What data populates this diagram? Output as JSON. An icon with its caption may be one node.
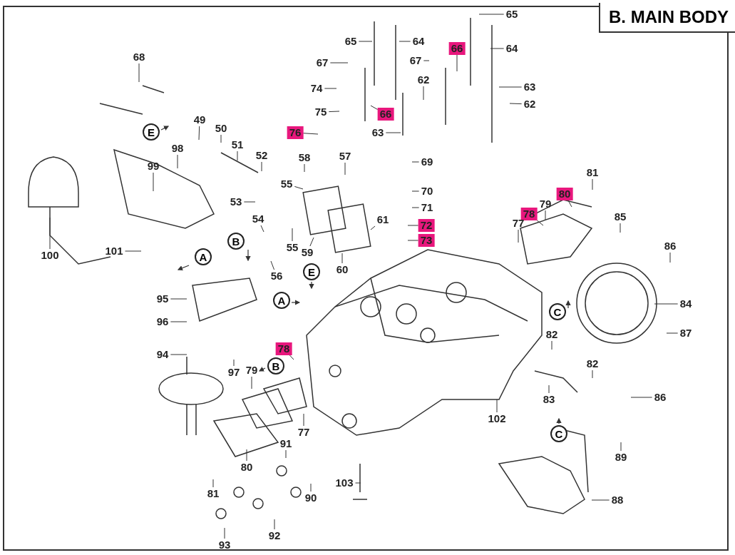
{
  "diagram": {
    "title": "B. MAIN BODY",
    "nodes": [
      {
        "text": [
          "65"
        ]
      },
      {
        "text": [
          "65"
        ]
      },
      {
        "text": [
          "64"
        ]
      },
      {
        "text": [
          "64"
        ]
      },
      {
        "text": [
          "66"
        ]
      },
      {
        "text": [
          "67"
        ]
      },
      {
        "text": [
          "67"
        ]
      },
      {
        "text": [
          "62"
        ]
      },
      {
        "text": [
          "63"
        ]
      },
      {
        "text": [
          "62"
        ]
      },
      {
        "text": [
          "74"
        ]
      },
      {
        "text": [
          "66"
        ]
      },
      {
        "text": [
          "75"
        ]
      },
      {
        "text": [
          "76"
        ]
      },
      {
        "text": [
          "63"
        ]
      },
      {
        "text": [
          "68"
        ]
      },
      {
        "text": [
          "49"
        ]
      },
      {
        "text": [
          "50"
        ]
      },
      {
        "text": [
          "98"
        ]
      },
      {
        "text": [
          "99"
        ]
      },
      {
        "text": [
          "51"
        ]
      },
      {
        "text": [
          "52"
        ]
      },
      {
        "text": [
          "58"
        ]
      },
      {
        "text": [
          "57"
        ]
      },
      {
        "text": [
          "69"
        ]
      },
      {
        "text": [
          "55"
        ]
      },
      {
        "text": [
          "53"
        ]
      },
      {
        "text": [
          "70"
        ]
      },
      {
        "text": [
          "71"
        ]
      },
      {
        "text": [
          "54"
        ]
      },
      {
        "text": [
          "61"
        ]
      },
      {
        "text": [
          "72"
        ]
      },
      {
        "text": [
          "73"
        ]
      },
      {
        "text": [
          "55"
        ]
      },
      {
        "text": [
          "59"
        ]
      },
      {
        "text": [
          "100"
        ]
      },
      {
        "text": [
          "101"
        ]
      },
      {
        "text": [
          "56"
        ]
      },
      {
        "text": [
          "60"
        ]
      },
      {
        "text": [
          "81"
        ]
      },
      {
        "text": [
          "80"
        ]
      },
      {
        "text": [
          "79"
        ]
      },
      {
        "text": [
          "78"
        ]
      },
      {
        "text": [
          "77"
        ]
      },
      {
        "text": [
          "85"
        ]
      },
      {
        "text": [
          "86"
        ]
      },
      {
        "text": [
          "95"
        ]
      },
      {
        "text": [
          "84"
        ]
      },
      {
        "text": [
          "96"
        ]
      },
      {
        "text": [
          "87"
        ]
      },
      {
        "text": [
          "82"
        ]
      },
      {
        "text": [
          "78"
        ]
      },
      {
        "text": [
          "94"
        ]
      },
      {
        "text": [
          "82"
        ]
      },
      {
        "text": [
          "97"
        ]
      },
      {
        "text": [
          "79"
        ]
      },
      {
        "text": [
          "86"
        ]
      },
      {
        "text": [
          "83"
        ]
      },
      {
        "text": [
          "102"
        ]
      },
      {
        "text": [
          "77"
        ]
      },
      {
        "text": [
          "91"
        ]
      },
      {
        "text": [
          "89"
        ]
      },
      {
        "text": [
          "80"
        ]
      },
      {
        "text": [
          "103"
        ]
      },
      {
        "text": [
          "81"
        ]
      },
      {
        "text": [
          "90"
        ]
      },
      {
        "text": [
          "88"
        ]
      },
      {
        "text": [
          "92"
        ]
      },
      {
        "text": [
          "93"
        ]
      },
      {
        "text": [
          "E"
        ]
      },
      {
        "text": [
          "B"
        ]
      },
      {
        "text": [
          "A"
        ]
      },
      {
        "text": [
          "E"
        ]
      },
      {
        "text": [
          "A"
        ]
      },
      {
        "text": [
          "C"
        ]
      },
      {
        "text": [
          "B"
        ]
      },
      {
        "text": [
          "C"
        ]
      }
    ],
    "edges": [
      {
        "from": 0,
        "to": null,
        "arrow": "none"
      },
      {
        "from": 1,
        "to": null,
        "arrow": "none"
      },
      {
        "from": 2,
        "to": null,
        "arrow": "none"
      },
      {
        "from": 3,
        "to": null,
        "arrow": "none"
      },
      {
        "from": 4,
        "to": null,
        "arrow": "none"
      },
      {
        "from": 5,
        "to": null,
        "arrow": "none"
      },
      {
        "from": 6,
        "to": null,
        "arrow": "none"
      },
      {
        "from": 7,
        "to": null,
        "arrow": "none"
      },
      {
        "from": 8,
        "to": null,
        "arrow": "none"
      },
      {
        "from": 9,
        "to": null,
        "arrow": "none"
      },
      {
        "from": 10,
        "to": null,
        "arrow": "none"
      },
      {
        "from": 11,
        "to": null,
        "arrow": "none"
      },
      {
        "from": 12,
        "to": null,
        "arrow": "none"
      },
      {
        "from": 13,
        "to": null,
        "arrow": "none"
      },
      {
        "from": 14,
        "to": null,
        "arrow": "none"
      },
      {
        "from": 15,
        "to": null,
        "arrow": "none"
      },
      {
        "from": 16,
        "to": null,
        "arrow": "none"
      },
      {
        "from": 17,
        "to": null,
        "arrow": "none"
      },
      {
        "from": 18,
        "to": null,
        "arrow": "none"
      },
      {
        "from": 19,
        "to": null,
        "arrow": "none"
      },
      {
        "from": 20,
        "to": null,
        "arrow": "none"
      },
      {
        "from": 21,
        "to": null,
        "arrow": "none"
      },
      {
        "from": 22,
        "to": null,
        "arrow": "none"
      },
      {
        "from": 23,
        "to": null,
        "arrow": "none"
      },
      {
        "from": 24,
        "to": null,
        "arrow": "none"
      },
      {
        "from": 25,
        "to": null,
        "arrow": "none"
      },
      {
        "from": 26,
        "to": null,
        "arrow": "none"
      },
      {
        "from": 27,
        "to": null,
        "arrow": "none"
      },
      {
        "from": 28,
        "to": null,
        "arrow": "none"
      },
      {
        "from": 29,
        "to": null,
        "arrow": "none"
      },
      {
        "from": 30,
        "to": null,
        "arrow": "none"
      },
      {
        "from": 31,
        "to": null,
        "arrow": "none"
      },
      {
        "from": 32,
        "to": null,
        "arrow": "none"
      },
      {
        "from": 33,
        "to": null,
        "arrow": "none"
      },
      {
        "from": 34,
        "to": null,
        "arrow": "none"
      },
      {
        "from": 35,
        "to": null,
        "arrow": "none"
      },
      {
        "from": 36,
        "to": null,
        "arrow": "none"
      },
      {
        "from": 37,
        "to": null,
        "arrow": "none"
      },
      {
        "from": 38,
        "to": null,
        "arrow": "none"
      },
      {
        "from": 39,
        "to": null,
        "arrow": "none"
      },
      {
        "from": 40,
        "to": null,
        "arrow": "none"
      },
      {
        "from": 41,
        "to": null,
        "arrow": "none"
      },
      {
        "from": 42,
        "to": null,
        "arrow": "none"
      },
      {
        "from": 43,
        "to": null,
        "arrow": "none"
      },
      {
        "from": 44,
        "to": null,
        "arrow": "none"
      },
      {
        "from": 45,
        "to": null,
        "arrow": "none"
      },
      {
        "from": 46,
        "to": null,
        "arrow": "none"
      },
      {
        "from": 47,
        "to": null,
        "arrow": "none"
      },
      {
        "from": 48,
        "to": null,
        "arrow": "none"
      },
      {
        "from": 49,
        "to": null,
        "arrow": "none"
      },
      {
        "from": 50,
        "to": null,
        "arrow": "none"
      },
      {
        "from": 51,
        "to": null,
        "arrow": "none"
      },
      {
        "from": 52,
        "to": null,
        "arrow": "none"
      },
      {
        "from": 53,
        "to": null,
        "arrow": "none"
      },
      {
        "from": 54,
        "to": null,
        "arrow": "none"
      },
      {
        "from": 55,
        "to": null,
        "arrow": "none"
      },
      {
        "from": 56,
        "to": null,
        "arrow": "none"
      },
      {
        "from": 57,
        "to": null,
        "arrow": "none"
      },
      {
        "from": 58,
        "to": null,
        "arrow": "none"
      },
      {
        "from": 59,
        "to": null,
        "arrow": "none"
      },
      {
        "from": 60,
        "to": null,
        "arrow": "none"
      },
      {
        "from": 61,
        "to": null,
        "arrow": "none"
      },
      {
        "from": 62,
        "to": null,
        "arrow": "none"
      },
      {
        "from": 63,
        "to": null,
        "arrow": "none"
      },
      {
        "from": 64,
        "to": null,
        "arrow": "none"
      },
      {
        "from": 65,
        "to": null,
        "arrow": "none"
      },
      {
        "from": 66,
        "to": null,
        "arrow": "none"
      },
      {
        "from": 67,
        "to": null,
        "arrow": "none"
      },
      {
        "from": 68,
        "to": null,
        "arrow": "none"
      }
    ]
  }
}
